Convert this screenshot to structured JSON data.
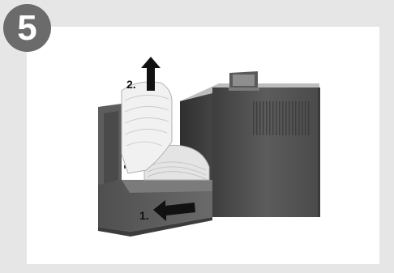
{
  "step_number": "5",
  "labels": {
    "step_1": "1.",
    "step_2": "2."
  },
  "icons": {
    "up_arrow": "arrow-up-icon",
    "left_arrow": "arrow-left-icon"
  },
  "colors": {
    "background": "#e6e6e6",
    "panel": "#ffffff",
    "badge": "#6b6b6b",
    "device_body": "#545454",
    "filter": "#ececec"
  }
}
